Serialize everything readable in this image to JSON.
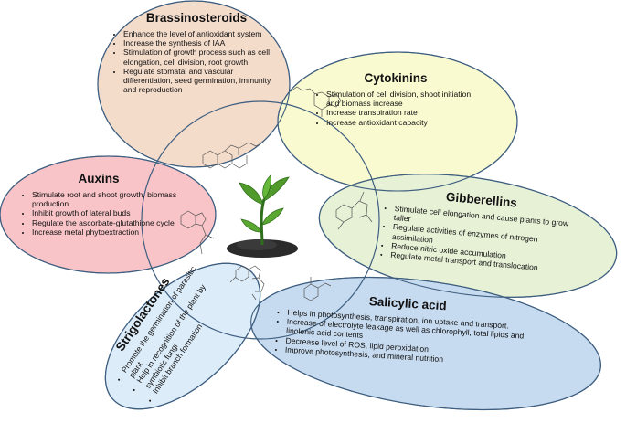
{
  "hormones": [
    {
      "id": "bras",
      "title": "Brassinosteroids",
      "color": "#f4dccb",
      "items": [
        "Enhance the level of antioxidant system",
        "Increase the synthesis of IAA",
        "Stimulation of growth process such as cell elongation, cell division, root growth",
        "Regulate stomatal and vascular differentiation, seed germination, immunity and reproduction"
      ]
    },
    {
      "id": "cyto",
      "title": "Cytokinins",
      "color": "#fafad0",
      "items": [
        "Stimulation of cell division, shoot initiation and biomass increase",
        "Increase transpiration rate",
        "Increase antioxidant capacity"
      ]
    },
    {
      "id": "aux",
      "title": "Auxins",
      "color": "#f8c4c8",
      "items": [
        "Stimulate root and shoot growth, biomass production",
        "Inhibit growth of lateral buds",
        "Regulate the ascorbate-glutathione cycle",
        "Increase metal phytoextraction"
      ]
    },
    {
      "id": "gib",
      "title": "Gibberellins",
      "color": "#e6f1d6",
      "items": [
        "Stimulate cell elongation and cause plants to grow taller",
        "Regulate activities of enzymes of nitrogen assimilation",
        "Reduce nitric oxide accumulation",
        "Regulate metal transport and translocation"
      ]
    },
    {
      "id": "sal",
      "title": "Salicylic acid",
      "color": "#c7dbf0",
      "items": [
        "Helps in photosynthesis, transpiration, ion uptake and transport.",
        "Increase of electrolyte leakage as well as chlorophyll, total lipids and linolenic acid contents",
        "Decrease level of ROS, lipid peroxidation",
        "Improve photosynthesis, and mineral nutrition"
      ]
    },
    {
      "id": "strig",
      "title": "Strigolactones",
      "color": "#dcecf9",
      "items": [
        "Promote the germination of parasitic plant",
        "Help in recognition of the plant by symbiotic fungi",
        "Inhibit branch formation"
      ]
    }
  ],
  "colors": {
    "outline": "#3f5f80",
    "leaf": "#4f9a2a",
    "leaf_dark": "#2f6e1c",
    "soil": "#2b2b2b"
  },
  "icons": [
    "seedling-icon",
    "molecule-structure-icon"
  ]
}
